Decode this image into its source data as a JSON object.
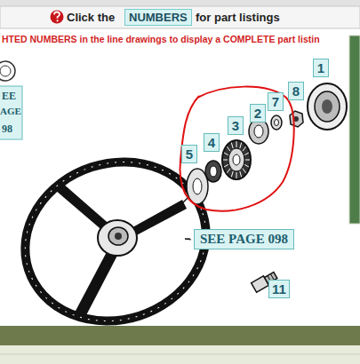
{
  "diagram": {
    "labels": [
      "Click the",
      "NUMBERS",
      "for part listings",
      "HTED NUMBERS in the line drawings to display a COMPLETE part listin",
      "EE",
      "AGE",
      "98",
      "SEE PAGE 098",
      "1",
      "8",
      "7",
      "2",
      "3",
      "4",
      "5",
      "11"
    ]
  }
}
